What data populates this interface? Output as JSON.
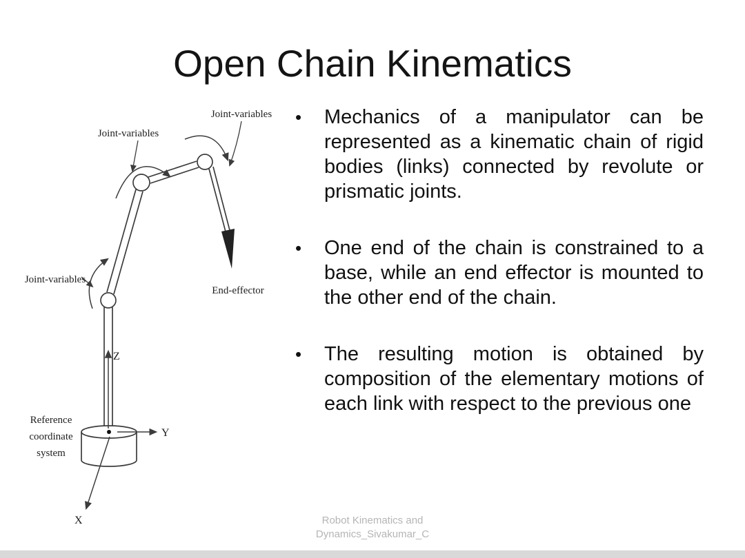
{
  "slide": {
    "title": "Open Chain Kinematics",
    "bullets": [
      "Mechanics of a manipulator can be represented as a kinematic chain of rigid bodies (links) connected by revolute or prismatic joints.",
      "One end of the chain is constrained to a base, while an end effector is mounted to the other end of the chain.",
      "The resulting motion is obtained by composition of the elementary motions of each link with respect to the previous one"
    ],
    "footer": {
      "line1": "Robot Kinematics and",
      "line2": "Dynamics_Sivakumar_C"
    }
  },
  "diagram": {
    "joint_variables_top": "Joint-variables",
    "joint_variables_mid": "Joint-variables",
    "joint_variables_left": "Joint-variables",
    "end_effector": "End-effector",
    "reference_lines": [
      "Reference",
      "coordinate",
      "system"
    ],
    "axis_z": "Z",
    "axis_y": "Y",
    "axis_x": "X"
  },
  "colors": {
    "title_text": "#141414",
    "body_text": "#111111",
    "footer_text": "#b5b5b5",
    "diagram_stroke": "#3c3c3c"
  }
}
